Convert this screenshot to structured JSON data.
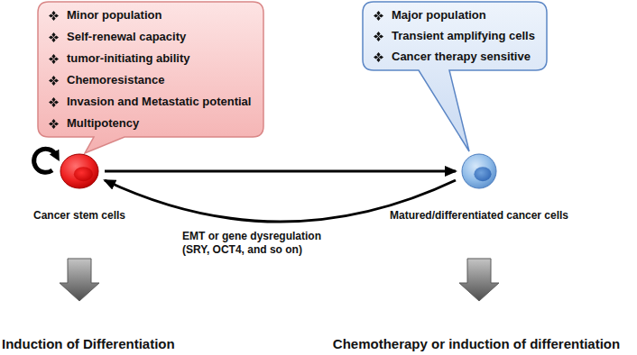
{
  "diagram": {
    "nodes": [
      {
        "text": [
          "Minor population",
          "Self-renewal capacity",
          "tumor-initiating ability",
          "Chemoresistance",
          "Invasion and Metastatic potential",
          "Multipotency"
        ]
      },
      {
        "text": [
          "Major population",
          "Transient amplifying cells",
          "Cancer therapy sensitive"
        ]
      },
      {
        "text": [
          "Cancer stem cells"
        ]
      },
      {
        "text": [
          "Matured/differentiated cancer cells"
        ]
      },
      {
        "text": [
          "Induction of Differentiation"
        ]
      },
      {
        "text": [
          "Chemotherapy or induction of differentiation"
        ]
      }
    ],
    "edges": [
      {
        "from": 2,
        "to": 3,
        "arrow": "to"
      },
      {
        "from": 3,
        "to": 2,
        "label": "EMT or gene dysregulation (SRY, OCT4, and so on)",
        "arrow": "to"
      },
      {
        "from": 2,
        "to": 4,
        "arrow": "to"
      },
      {
        "from": 3,
        "to": 5,
        "arrow": "to"
      }
    ]
  }
}
